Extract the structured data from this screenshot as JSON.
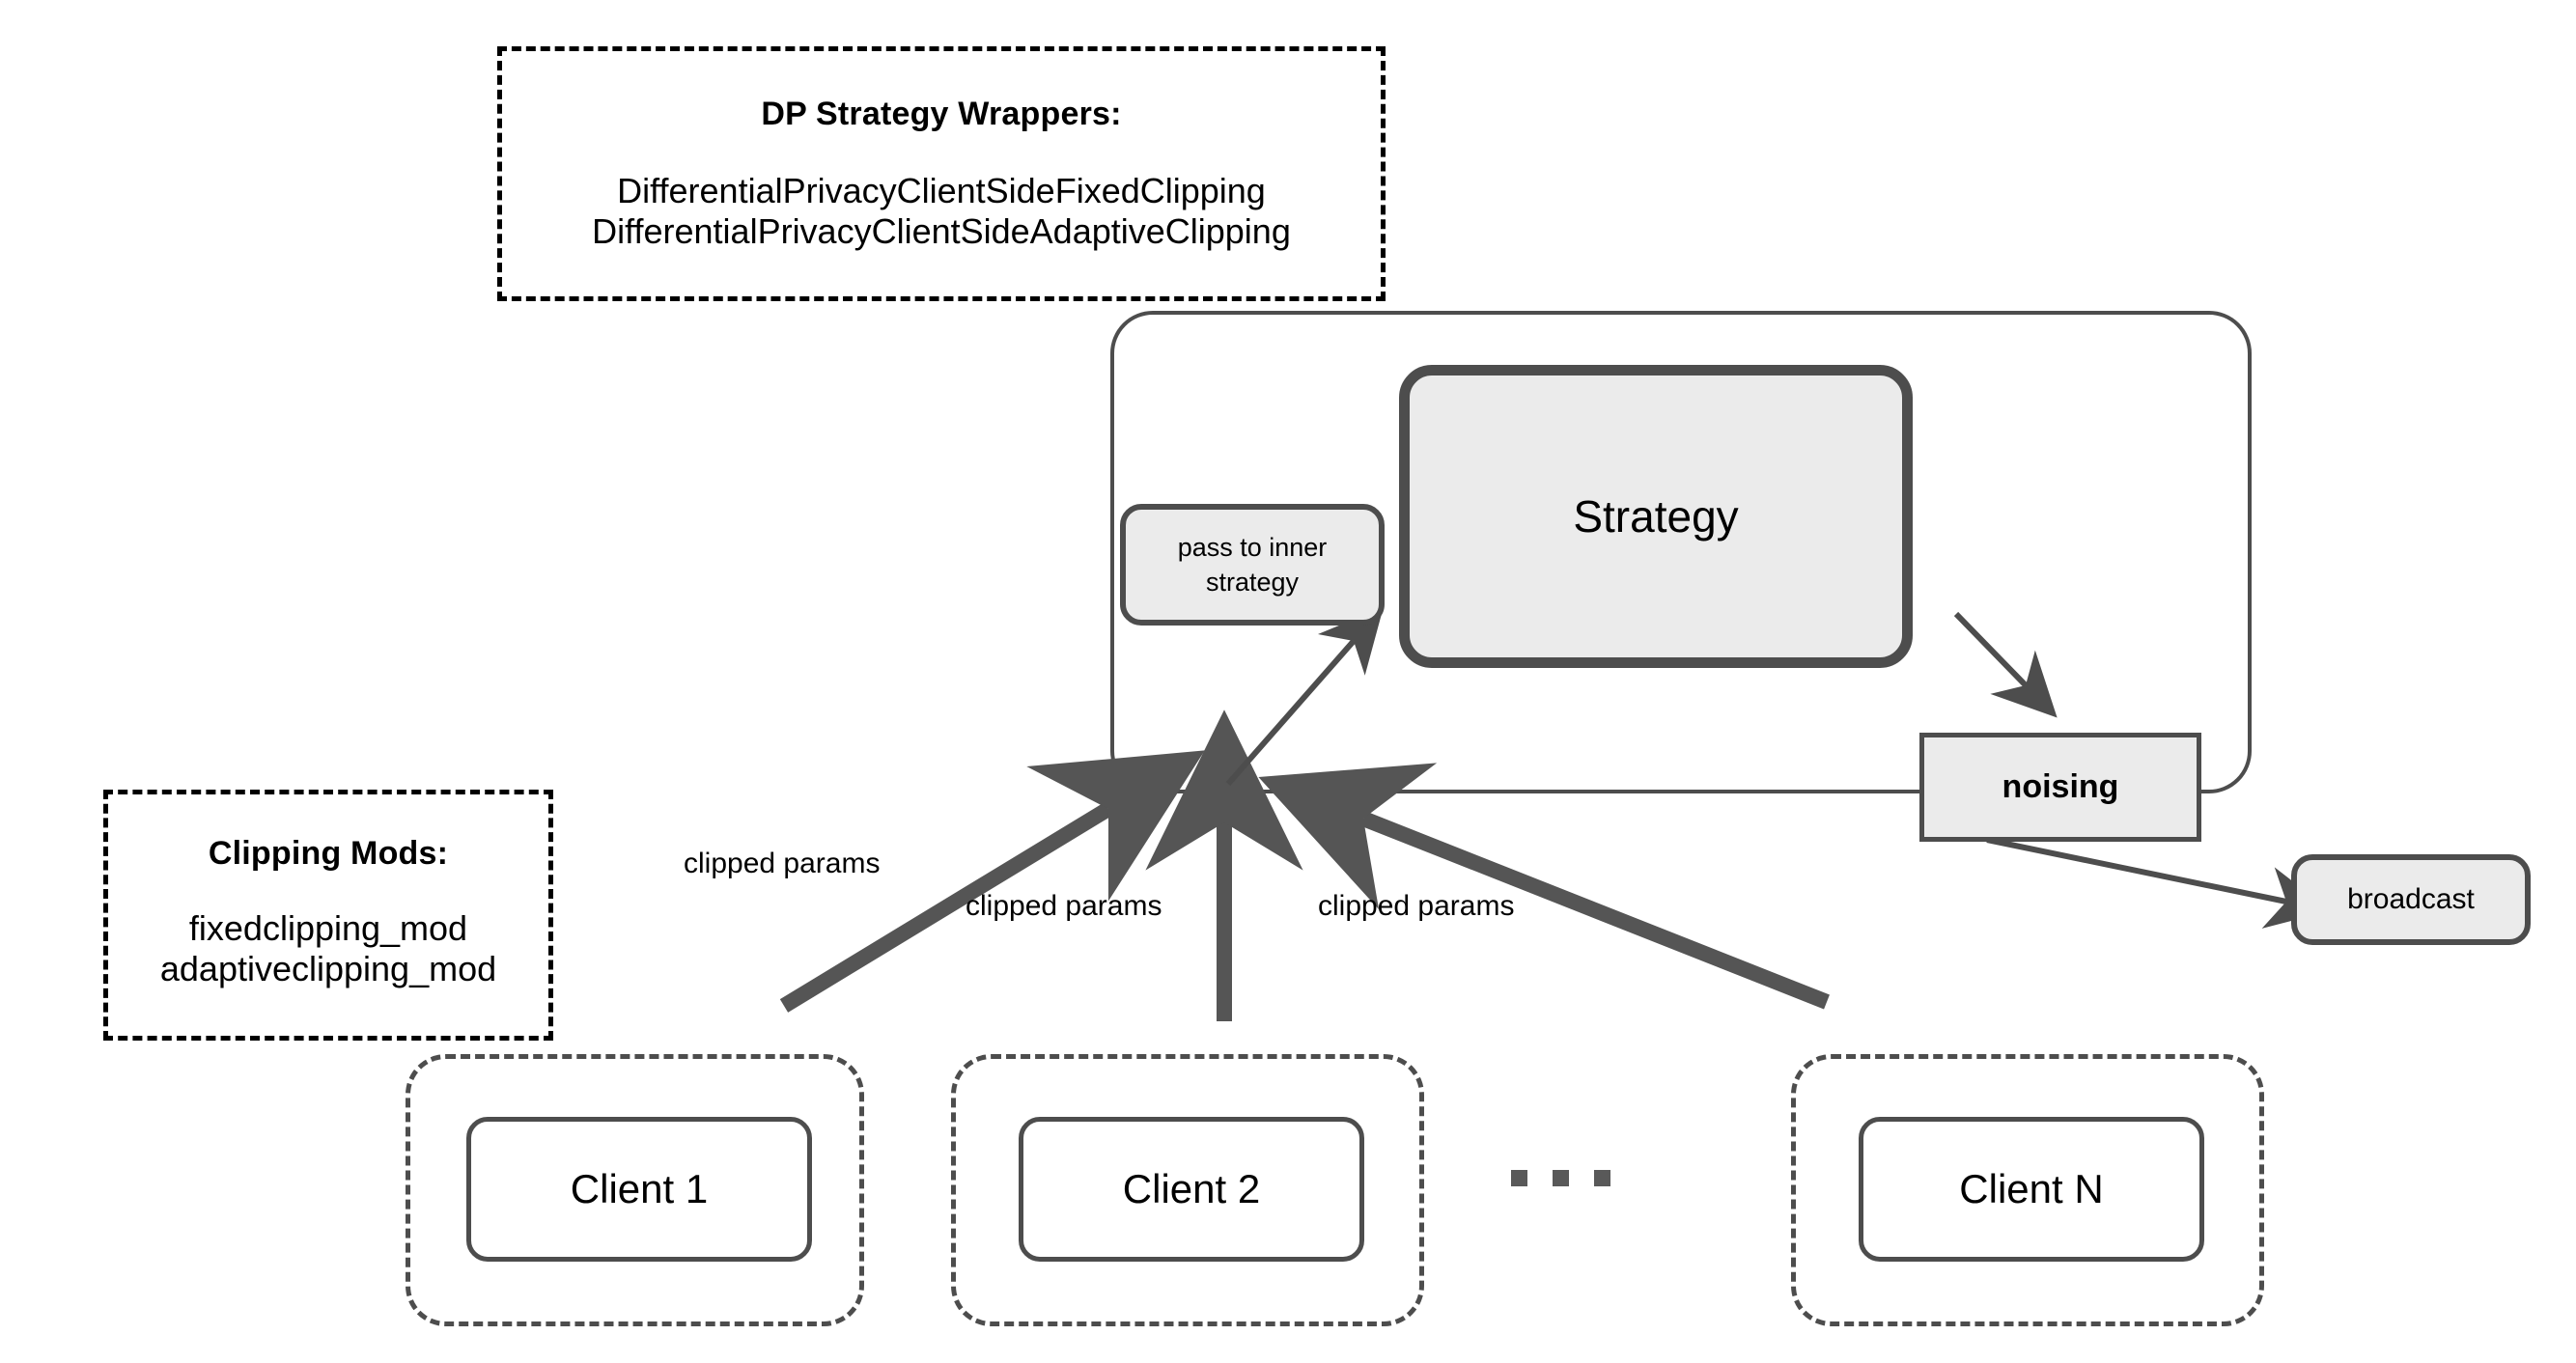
{
  "diagram": {
    "title": "Flower DP strategy wrapper architecture",
    "colors": {
      "box_fill": "#ebebeb",
      "box_stroke": "#4d4d4d",
      "arrow_thick": "#555555",
      "arrow_thin": "#4d4d4d",
      "annotation_stroke": "#000000",
      "page_background": "#ffffff"
    }
  },
  "legend_dp": {
    "title": "DP Strategy Wrappers:",
    "items": [
      "DifferentialPrivacyClientSideFixedClipping",
      "DifferentialPrivacyClientSideAdaptiveClipping"
    ]
  },
  "legend_clipping": {
    "title": "Clipping Mods:",
    "items": [
      "fixedclipping_mod",
      "adaptiveclipping_mod"
    ]
  },
  "server": {
    "pass_to_inner": "pass to inner\nstrategy",
    "pass_to_inner_line1": "pass to inner",
    "pass_to_inner_line2": "strategy",
    "strategy": "Strategy",
    "noising": "noising",
    "broadcast": "broadcast"
  },
  "clients": [
    {
      "label": "Client 1"
    },
    {
      "label": "Client 2"
    },
    {
      "label": "Client N"
    }
  ],
  "ellipsis": "...",
  "edges": [
    {
      "label": "clipped params",
      "from": "Client 1",
      "to": "server"
    },
    {
      "label": "clipped params",
      "from": "Client 2",
      "to": "server"
    },
    {
      "label": "clipped params",
      "from": "Client N",
      "to": "server"
    }
  ]
}
